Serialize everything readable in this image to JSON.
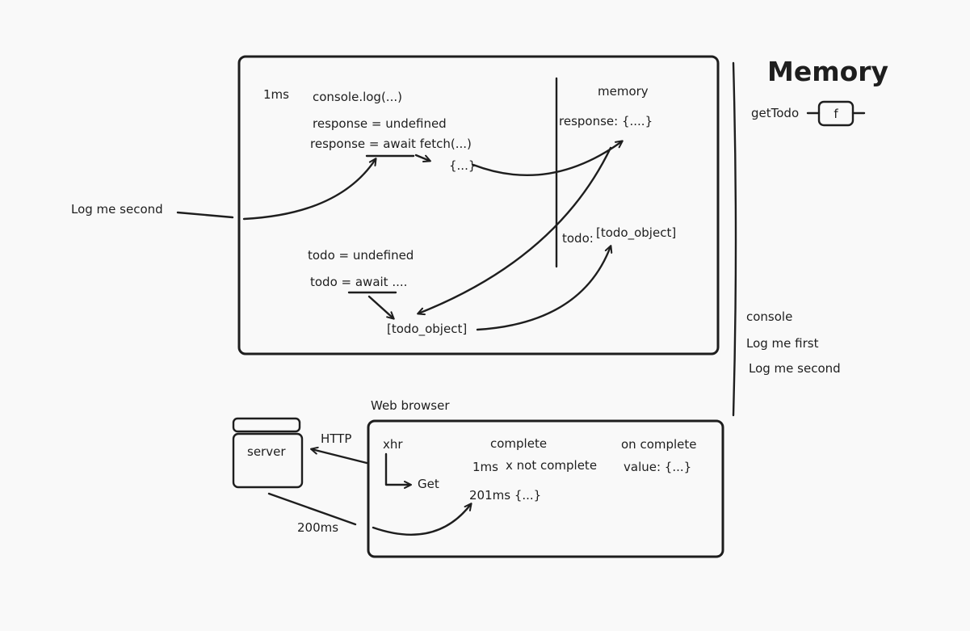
{
  "memory_panel": {
    "title": "Memory",
    "gettodo_label": "getTodo",
    "gettodo_value": "f"
  },
  "execution_box": {
    "time_label": "1ms",
    "lines": {
      "console_log": "console.log(...)",
      "response_undefined": "response = undefined",
      "response_await": "response = await fetch(...)",
      "promise_placeholder": "{...}",
      "todo_undefined": "todo = undefined",
      "todo_await": "todo = await ....",
      "todo_object": "[todo_object]"
    },
    "memory_column": {
      "header": "memory",
      "response_entry": "response: {....}",
      "todo_label": "todo:",
      "todo_value": "[todo_object]"
    }
  },
  "outside_label": "Log me second",
  "console_panel": {
    "header": "console",
    "entries": [
      "Log me first",
      "Log me second"
    ]
  },
  "browser": {
    "title": "Web browser",
    "xhr_label": "xhr",
    "get_label": "Get",
    "complete_header": "complete",
    "complete_row_time": "1ms",
    "complete_row_status": "x not complete",
    "row2": "201ms {...}",
    "oncomplete_header": "on complete",
    "oncomplete_value": "value: {...}"
  },
  "server": {
    "label": "server",
    "http_label": "HTTP",
    "latency_label": "200ms"
  }
}
